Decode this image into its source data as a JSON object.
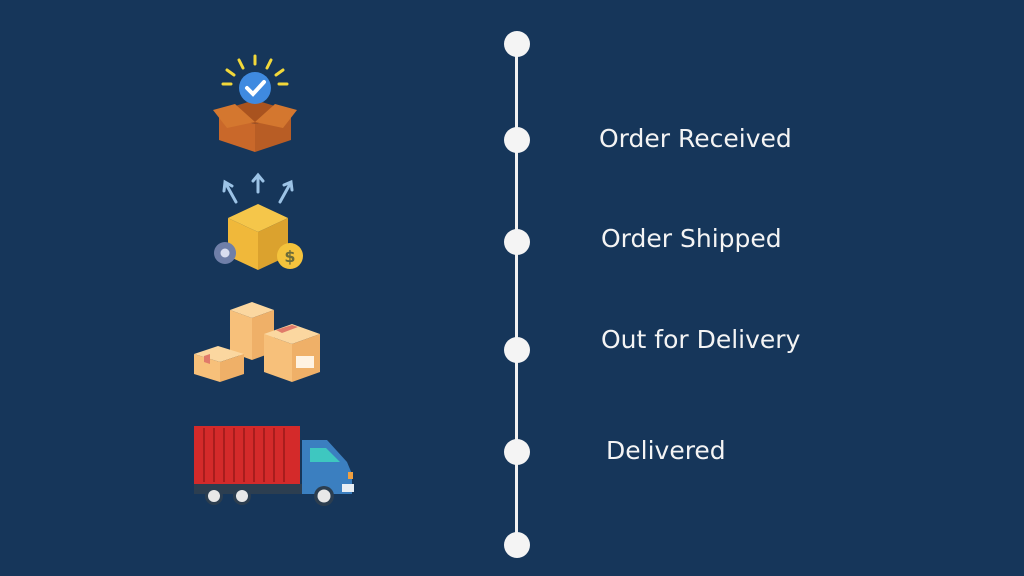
{
  "steps": [
    {
      "label": "Order Received",
      "icon": "open-box-check-icon"
    },
    {
      "label": "Order Shipped",
      "icon": "shipping-box-icon"
    },
    {
      "label": "Out for Delivery",
      "icon": "packages-icon"
    },
    {
      "label": "Delivered",
      "icon": "delivery-truck-icon"
    }
  ],
  "colors": {
    "background": "#16365a",
    "timeline": "#f2f2f2",
    "text": "#f4f4f4"
  }
}
